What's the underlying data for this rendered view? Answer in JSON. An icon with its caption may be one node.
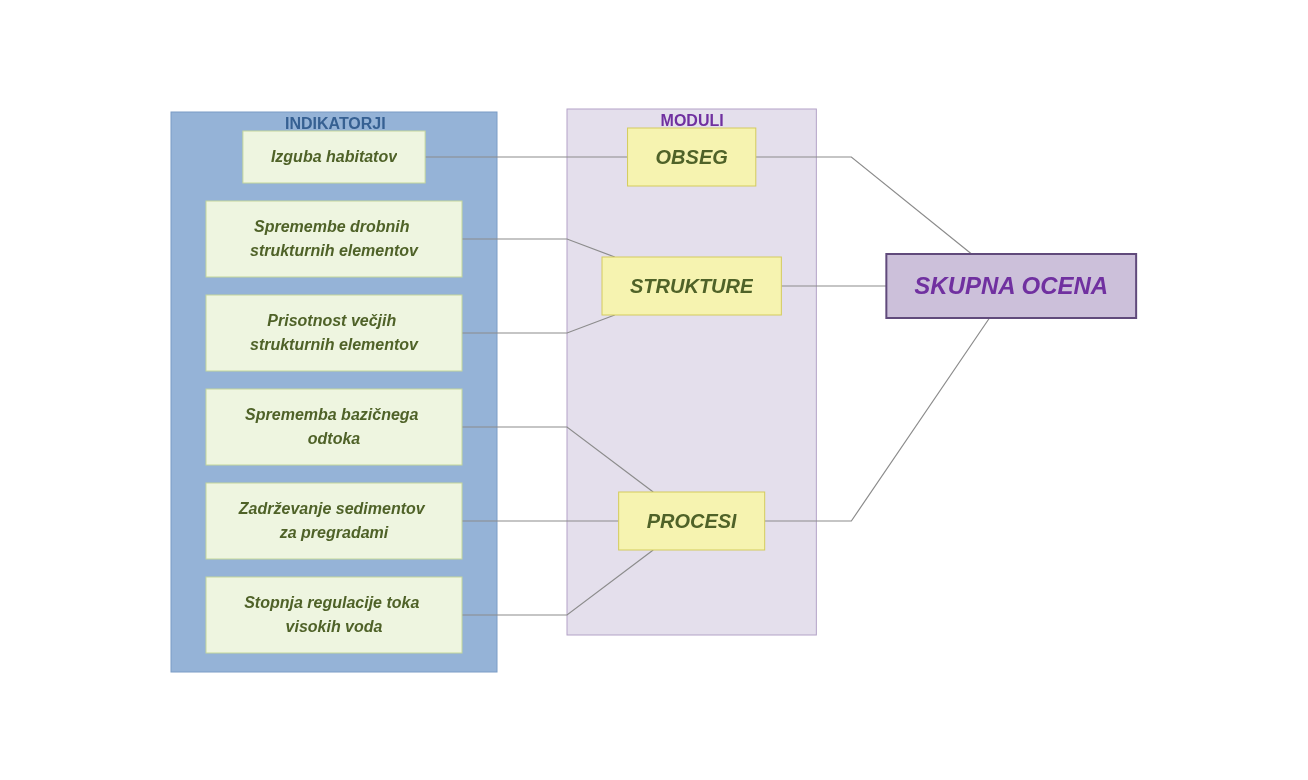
{
  "diagram": {
    "nodes": [
      {
        "text": [
          "INDIKATORJI"
        ]
      },
      {
        "text": [
          "Izguba habitatov"
        ],
        "in": 0
      },
      {
        "text": [
          "Spremembe drobnih strukturnih elementov"
        ],
        "in": 0
      },
      {
        "text": [
          "Prisotnost večjih strukturnih elementov"
        ],
        "in": 0
      },
      {
        "text": [
          "Sprememba bazičnega odtoka"
        ],
        "in": 0
      },
      {
        "text": [
          "Zadrževanje sedimentov za pregradami"
        ],
        "in": 0
      },
      {
        "text": [
          "Stopnja regulacije toka visokih voda"
        ],
        "in": 0
      },
      {
        "text": [
          "MODULI"
        ]
      },
      {
        "text": [
          "OBSEG"
        ],
        "in": 7
      },
      {
        "text": [
          "STRUKTURE"
        ],
        "in": 7
      },
      {
        "text": [
          "PROCESI"
        ],
        "in": 7
      },
      {
        "text": [
          "SKUPNA OCENA"
        ]
      }
    ],
    "edges": [
      {
        "from": 1,
        "to": 8,
        "arrow": "none"
      },
      {
        "from": 2,
        "to": 9,
        "arrow": "none"
      },
      {
        "from": 3,
        "to": 9,
        "arrow": "none"
      },
      {
        "from": 4,
        "to": 10,
        "arrow": "none"
      },
      {
        "from": 5,
        "to": 10,
        "arrow": "none"
      },
      {
        "from": 6,
        "to": 10,
        "arrow": "none"
      },
      {
        "from": 8,
        "to": 11,
        "arrow": "none"
      },
      {
        "from": 9,
        "to": 11,
        "arrow": "none"
      },
      {
        "from": 10,
        "to": 11,
        "arrow": "none"
      }
    ]
  }
}
